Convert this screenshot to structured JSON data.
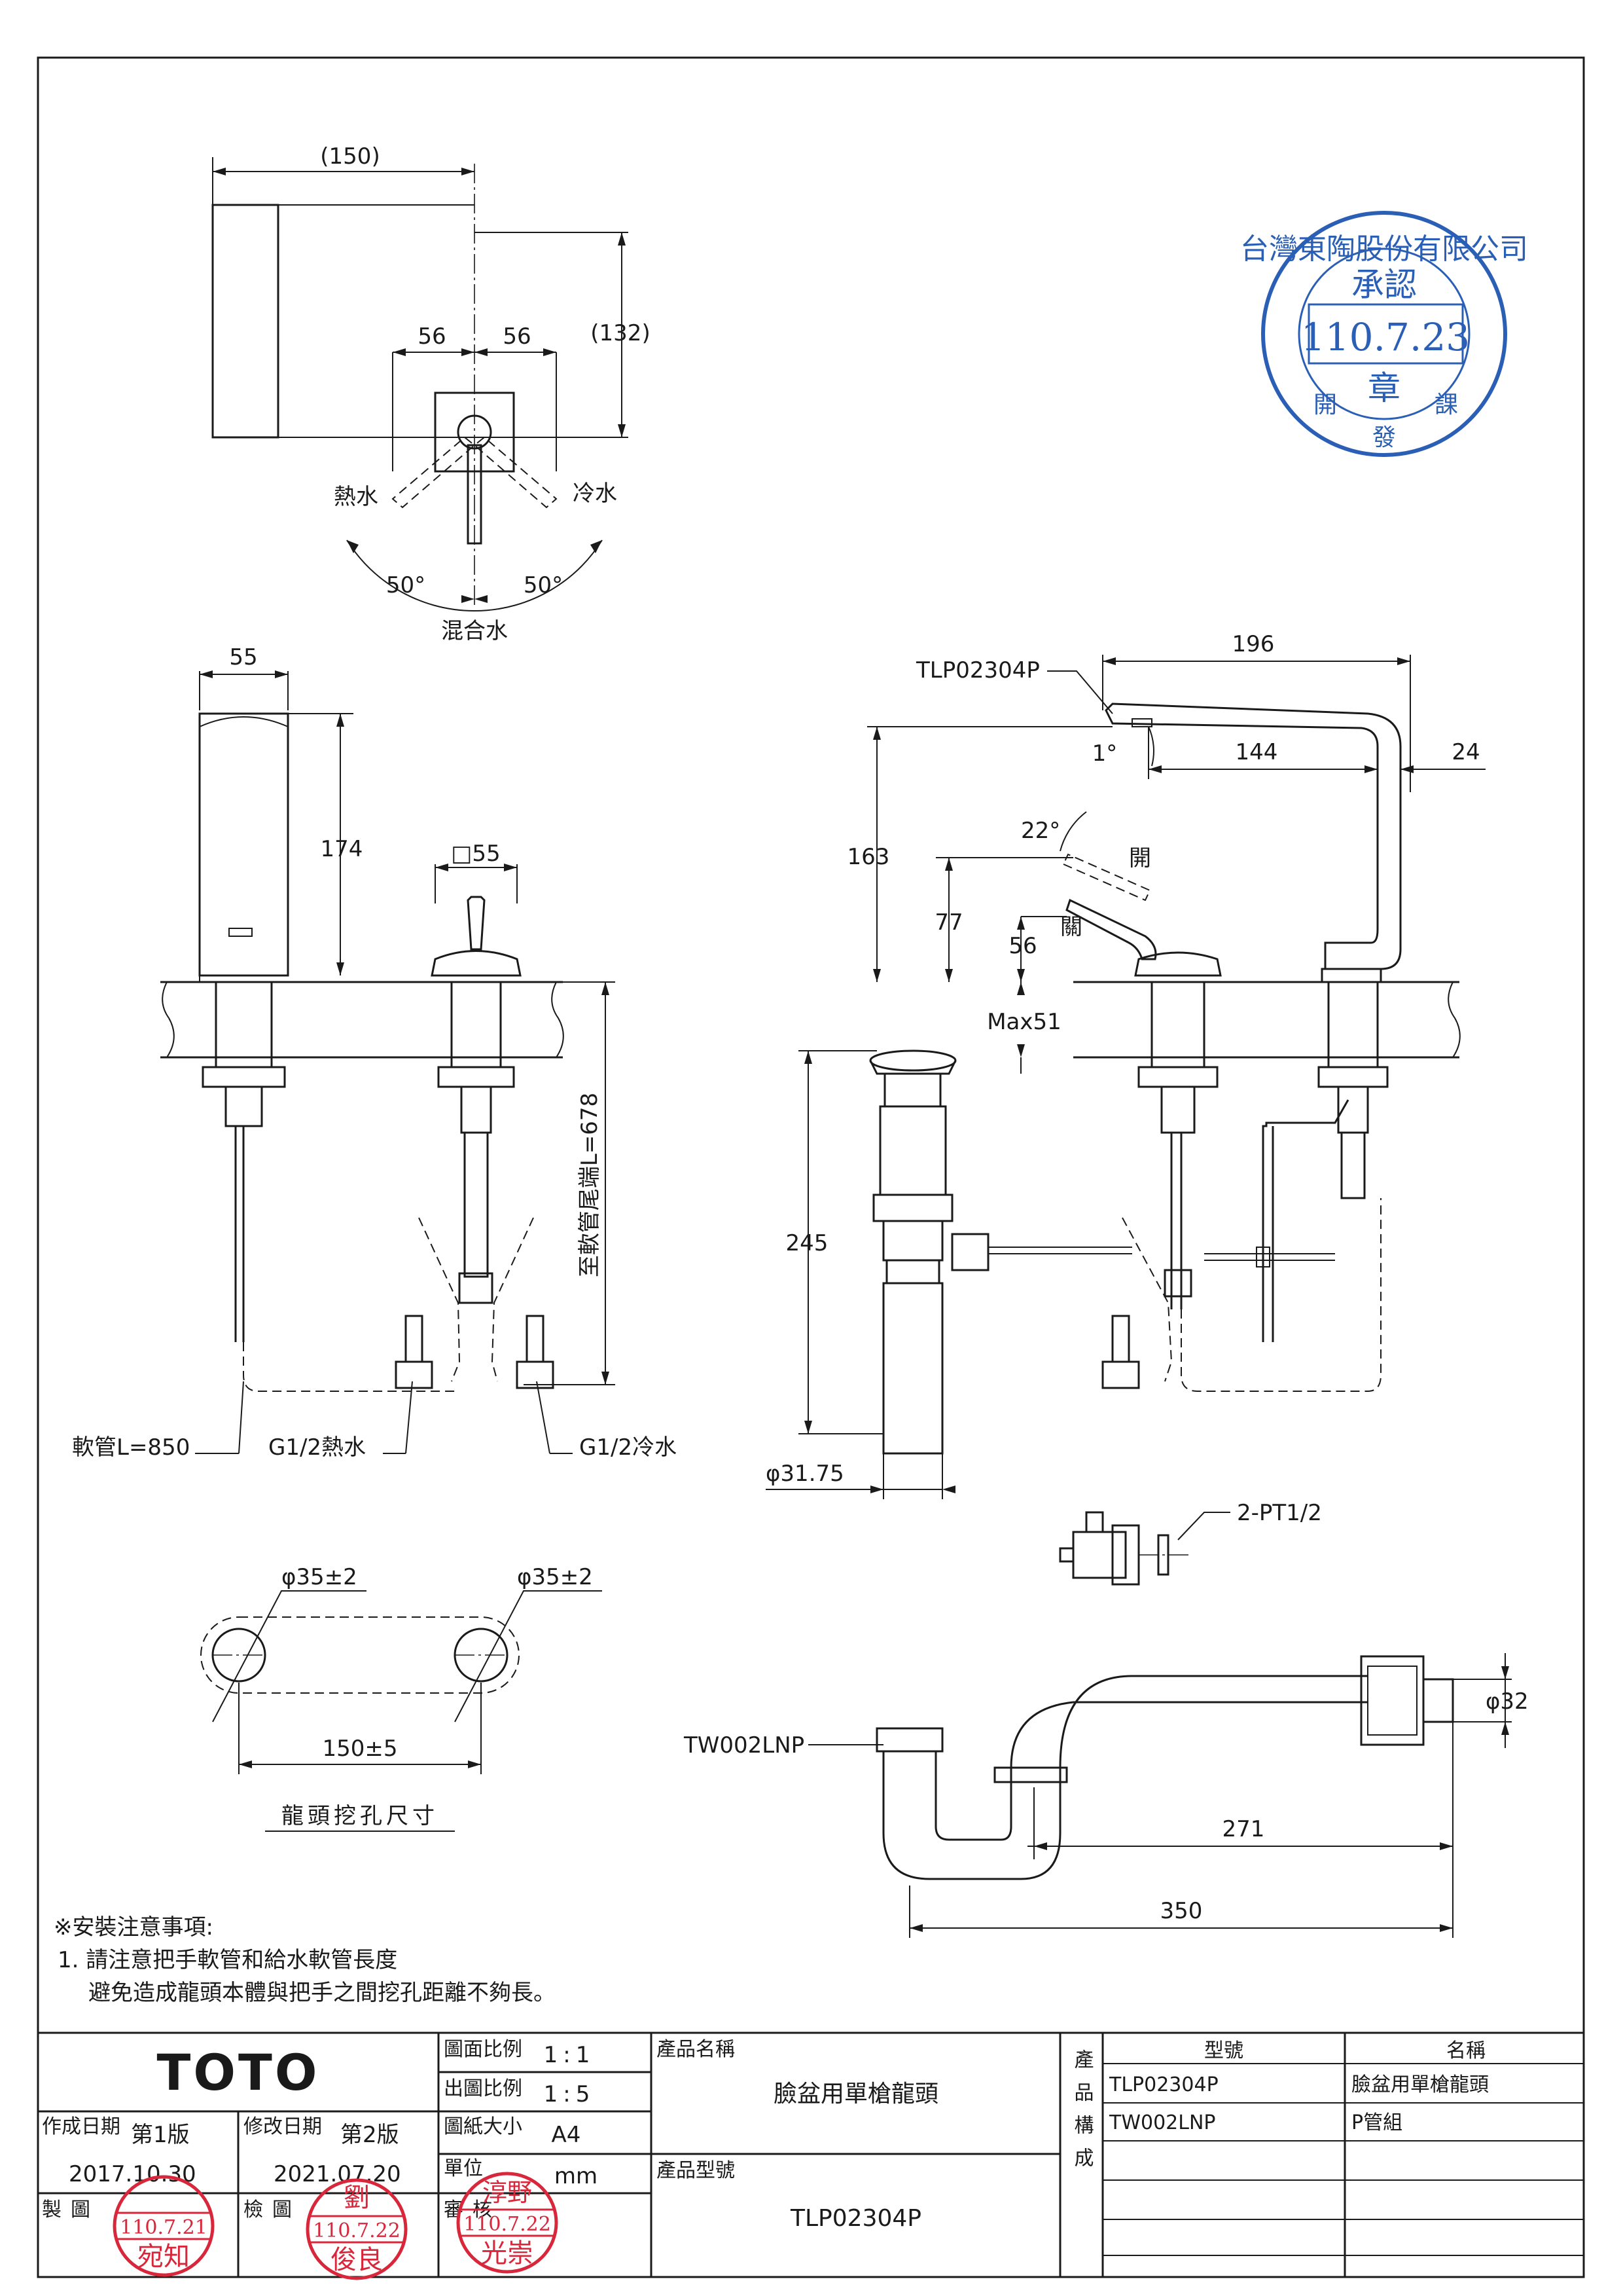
{
  "top_view": {
    "dim_150": "(150)",
    "dim_132": "(132)",
    "dim_56_left": "56",
    "dim_56_right": "56",
    "hot_label": "熱水",
    "cold_label": "冷水",
    "angle_left": "50°",
    "angle_right": "50°",
    "mix_label": "混合水"
  },
  "front_view": {
    "dim_55": "55",
    "dim_174": "174",
    "dim_sq55": "□55",
    "hose_length_label": "至軟管尾端L=678",
    "hose_label": "軟管L=850",
    "hot_thread_label": "G1/2熱水",
    "cold_thread_label": "G1/2冷水"
  },
  "side_view": {
    "model_callout": "TLP02304P",
    "dim_196": "196",
    "dim_144": "144",
    "dim_24": "24",
    "dim_163": "163",
    "angle_1": "1°",
    "angle_22": "22°",
    "open_label": "開",
    "close_label": "關",
    "dim_77": "77",
    "dim_56": "56",
    "max_label": "Max51",
    "dim_245": "245",
    "dia_3175": "φ31.75",
    "pt_label": "2-PT1/2"
  },
  "cutout": {
    "dia_left": "φ35±2",
    "dia_right": "φ35±2",
    "spacing": "150±5",
    "caption": "龍頭挖孔尺寸"
  },
  "trap": {
    "model_callout": "TW002LNP",
    "dia_32": "φ32",
    "dim_271": "271",
    "dim_350": "350"
  },
  "notes": {
    "title": "※安裝注意事項:",
    "line1": "1. 請注意把手軟管和給水軟管長度",
    "line2": "避免造成龍頭本體與把手之間挖孔距離不夠長。"
  },
  "approval_stamp": {
    "org": "台灣東陶股份有限公司",
    "approve": "承認",
    "date": "110.7.23",
    "seal": "章",
    "dept_left": "開",
    "dept_mid": "發",
    "dept_right": "課"
  },
  "title_block": {
    "brand": "TOTO",
    "drawing_scale_label": "圖面比例",
    "drawing_scale": "1:1",
    "output_scale_label": "出圖比例",
    "output_scale": "1:5",
    "paper_size_label": "圖紙大小",
    "paper_size": "A4",
    "unit_label": "單位",
    "unit": "mm",
    "created_label": "作成日期",
    "edition1": "第1版",
    "created_date": "2017.10.30",
    "revised_label": "修改日期",
    "edition2": "第2版",
    "revised_date": "2021.07.20",
    "drawn_label": "製圖",
    "checked_label": "檢圖",
    "approved_label": "審核",
    "product_name_label": "產品名稱",
    "product_name": "臉盆用單槍龍頭",
    "product_model_label": "產品型號",
    "product_model": "TLP02304P",
    "composition_label": "產品構成",
    "comp_head_model": "型號",
    "comp_head_name": "名稱",
    "components": [
      {
        "model": "TLP02304P",
        "name": "臉盆用單槍龍頭"
      },
      {
        "model": "TW002LNP",
        "name": "P管組"
      }
    ],
    "stamp_drawn": {
      "top": "",
      "date": "110.7.21",
      "name": "宛知"
    },
    "stamp_checked": {
      "top": "劉",
      "date": "110.7.22",
      "name": "俊良"
    },
    "stamp_approved": {
      "top": "淳野",
      "date": "110.7.22",
      "name": "光崇"
    }
  }
}
